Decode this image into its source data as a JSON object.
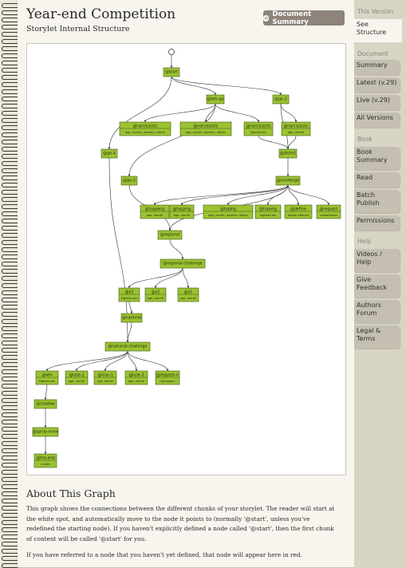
{
  "header": {
    "title": "Year-end Competition",
    "subtitle": "Storylet Internal Structure",
    "doc_summary_button": "Document Summary"
  },
  "graph": {
    "nodes": [
      {
        "id": "start",
        "label": "@start",
        "sub": ""
      },
      {
        "id": "letsgo",
        "label": "@lets-go",
        "sub": ""
      },
      {
        "id": "go2",
        "label": "@go-2",
        "sub": ""
      },
      {
        "id": "narc1",
        "label": "@narsissistic",
        "sub": "age, month, parents, status"
      },
      {
        "id": "narc2",
        "label": "@narsissistic",
        "sub": "age, month, parents, status"
      },
      {
        "id": "narc3",
        "label": "@narcissistic",
        "sub": "highest-win"
      },
      {
        "id": "narc4",
        "label": "@narcissistic",
        "sub": "age, month"
      },
      {
        "id": "go4",
        "label": "@go-4",
        "sub": ""
      },
      {
        "id": "distrct",
        "label": "@distrct",
        "sub": ""
      },
      {
        "id": "go3",
        "label": "@go-3",
        "sub": ""
      },
      {
        "id": "challenge",
        "label": "@challenge",
        "sub": ""
      },
      {
        "id": "topeng1",
        "label": "@toppeng",
        "sub": "age, month"
      },
      {
        "id": "toping1",
        "label": "@topping",
        "sub": "age, month"
      },
      {
        "id": "toping2",
        "label": "@toping",
        "sub": "age, month, parents, status"
      },
      {
        "id": "topeng2",
        "label": "@topeng",
        "sub": "highest-win"
      },
      {
        "id": "define",
        "label": "@define",
        "sub": "toping defined"
      },
      {
        "id": "request",
        "label": "@request",
        "sub": "randomrean"
      },
      {
        "id": "regional",
        "label": "@regional",
        "sub": ""
      },
      {
        "id": "regchal",
        "label": "@regional-challenge",
        "sub": ""
      },
      {
        "id": "x3",
        "label": "@x3",
        "sub": "highest-win"
      },
      {
        "id": "x2",
        "label": "@x2",
        "sub": "age, month"
      },
      {
        "id": "x1",
        "label": "@x1",
        "sub": "age, month"
      },
      {
        "id": "national",
        "label": "@national",
        "sub": ""
      },
      {
        "id": "natchal",
        "label": "@national-challenge",
        "sub": ""
      },
      {
        "id": "win",
        "label": "@win",
        "sub": "highest-win"
      },
      {
        "id": "lose2",
        "label": "@lose-2",
        "sub": "age, month"
      },
      {
        "id": "lose1",
        "label": "@lose-1",
        "sub": "age, month"
      },
      {
        "id": "lose3",
        "label": "@lose-3",
        "sub": "age, month"
      },
      {
        "id": "requestn",
        "label": "@request-n",
        "sub": "nitungalan"
      },
      {
        "id": "shadow",
        "label": "@shadow",
        "sub": ""
      },
      {
        "id": "spraymore",
        "label": "@spray-more",
        "sub": ""
      },
      {
        "id": "theend",
        "label": "@the-end",
        "sub": "month"
      }
    ],
    "edges": [
      [
        "origin",
        "start"
      ],
      [
        "start",
        "letsgo"
      ],
      [
        "start",
        "go2"
      ],
      [
        "start",
        "go4"
      ],
      [
        "letsgo",
        "narc1"
      ],
      [
        "letsgo",
        "narc2"
      ],
      [
        "letsgo",
        "narc3"
      ],
      [
        "letsgo",
        "go3"
      ],
      [
        "go2",
        "narc4"
      ],
      [
        "go2",
        "distrct"
      ],
      [
        "narc3",
        "distrct"
      ],
      [
        "narc4",
        "distrct"
      ],
      [
        "distrct",
        "challenge"
      ],
      [
        "go3",
        "regional"
      ],
      [
        "challenge",
        "topeng1"
      ],
      [
        "challenge",
        "toping1"
      ],
      [
        "challenge",
        "toping2"
      ],
      [
        "challenge",
        "topeng2"
      ],
      [
        "challenge",
        "define"
      ],
      [
        "challenge",
        "request"
      ],
      [
        "challenge",
        "regional"
      ],
      [
        "regional",
        "regchal"
      ],
      [
        "regchal",
        "x3"
      ],
      [
        "regchal",
        "x2"
      ],
      [
        "regchal",
        "x1"
      ],
      [
        "x3",
        "national"
      ],
      [
        "national",
        "natchal"
      ],
      [
        "go4",
        "natchal"
      ],
      [
        "natchal",
        "win"
      ],
      [
        "natchal",
        "lose2"
      ],
      [
        "natchal",
        "lose1"
      ],
      [
        "natchal",
        "lose3"
      ],
      [
        "natchal",
        "requestn"
      ],
      [
        "win",
        "shadow"
      ],
      [
        "shadow",
        "spraymore"
      ],
      [
        "spraymore",
        "theend"
      ]
    ],
    "colors": {
      "node_fill": "#9bc232",
      "node_stroke": "#3f5a10",
      "edge": "#333333"
    }
  },
  "about": {
    "heading": "About This Graph",
    "paragraph1": "This graph shows the connections between the different chunks of your storylet. The reader will start at the white spot, and automatically move to the node it points to (normally '@start', unless you've redefined the starting node). If you haven't explicitly defined a node called '@start', then the first chunk of content will be called '@start' for you.",
    "paragraph2": "If you have referred to a node that you haven't yet defined, that node will appear here in red."
  },
  "sidebar": {
    "this_version_heading": "This Version",
    "see_structure": "See Structure",
    "document_heading": "Document",
    "summary": "Summary",
    "latest": "Latest (v.29)",
    "live": "Live (v.29)",
    "all_versions": "All Versions",
    "book_heading": "Book",
    "book_summary": "Book Summary",
    "read": "Read",
    "batch_publish": "Batch Publish",
    "permissions": "Permissions",
    "help_heading": "Help",
    "videos_help": "Videos / Help",
    "give_feedback": "Give Feedback",
    "authors_forum": "Authors Forum",
    "legal_terms": "Legal & Terms"
  }
}
